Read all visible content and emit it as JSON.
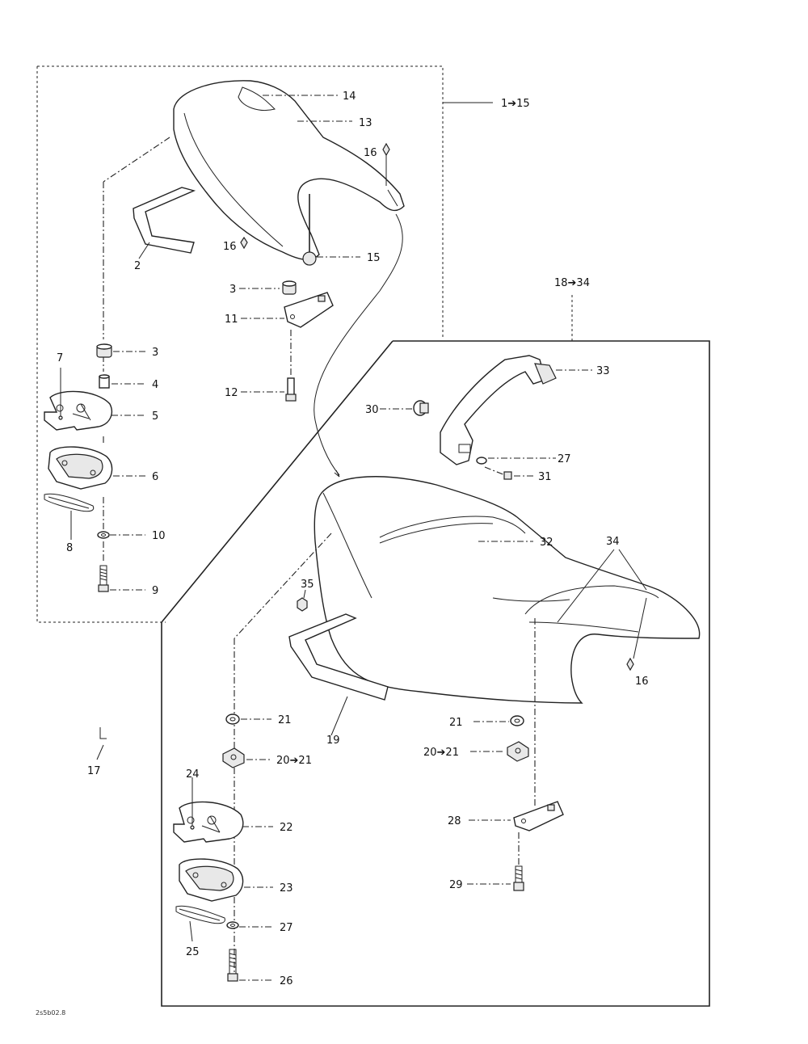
{
  "group_labels": {
    "upper_assembly": "1➔15",
    "lower_assembly": "18➔34"
  },
  "callouts": {
    "c14": "14",
    "c13": "13",
    "c16a": "16",
    "c2a": "2",
    "c16b": "16",
    "c15": "15",
    "c3a": "3",
    "c11": "11",
    "c12": "12",
    "c7": "7",
    "c3b": "3",
    "c4": "4",
    "c5": "5",
    "c6": "6",
    "c8": "8",
    "c10": "10",
    "c9": "9",
    "c33": "33",
    "c30": "30",
    "c27a": "27",
    "c31": "31",
    "c32": "32",
    "c34": "34",
    "c35": "35",
    "c16c": "16",
    "c17": "17",
    "c19": "19",
    "c21a": "21",
    "c21b": "21",
    "c2021a": "20➔21",
    "c2021b": "20➔21",
    "c24": "24",
    "c22": "22",
    "c28": "28",
    "c23": "23",
    "c29": "29",
    "c27b": "27",
    "c25": "25",
    "c26": "26"
  },
  "figure_ref": "2s5b02.8"
}
